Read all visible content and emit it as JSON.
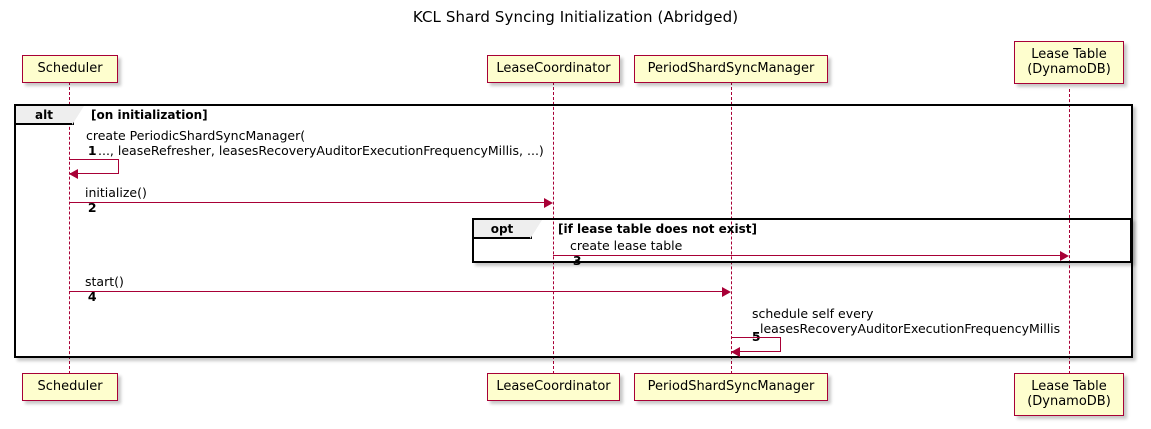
{
  "title": "KCL Shard Syncing Initialization (Abridged)",
  "colors": {
    "participant_fill": "#FEFECE",
    "participant_border": "#A80036",
    "lifeline": "#A80036",
    "arrow": "#A80036",
    "fragment_border": "#000000",
    "fragment_label_fill": "#EEEEEE",
    "text": "#000000",
    "background": "#FFFFFF"
  },
  "participants": [
    {
      "id": "scheduler",
      "label": "Scheduler"
    },
    {
      "id": "lease-coordinator",
      "label": "LeaseCoordinator"
    },
    {
      "id": "period-shard-sync-manager",
      "label": "PeriodShardSyncManager"
    },
    {
      "id": "lease-table",
      "label": "Lease Table\n(DynamoDB)"
    }
  ],
  "fragments": [
    {
      "id": "alt",
      "operator": "alt",
      "guard": "[on initialization]"
    },
    {
      "id": "opt",
      "operator": "opt",
      "guard": "[if lease table does not exist]"
    }
  ],
  "messages": [
    {
      "num": "1",
      "text": "create PeriodicShardSyncManager(\n  ..., leaseRefresher, leasesRecoveryAuditorExecutionFrequencyMillis, ...)",
      "line1": "create PeriodicShardSyncManager(",
      "line2": "..., leaseRefresher, leasesRecoveryAuditorExecutionFrequencyMillis, ...)",
      "from": "scheduler",
      "to": "scheduler",
      "kind": "self"
    },
    {
      "num": "2",
      "text": "initialize()",
      "from": "scheduler",
      "to": "lease-coordinator",
      "kind": "sync"
    },
    {
      "num": "3",
      "text": "create lease table",
      "from": "lease-coordinator",
      "to": "lease-table",
      "kind": "sync"
    },
    {
      "num": "4",
      "text": "start()",
      "from": "scheduler",
      "to": "period-shard-sync-manager",
      "kind": "sync"
    },
    {
      "num": "5",
      "text": "schedule self every\n  leasesRecoveryAuditorExecutionFrequencyMillis",
      "line1": "schedule self every",
      "line2": "leasesRecoveryAuditorExecutionFrequencyMillis",
      "from": "period-shard-sync-manager",
      "to": "period-shard-sync-manager",
      "kind": "self"
    }
  ]
}
